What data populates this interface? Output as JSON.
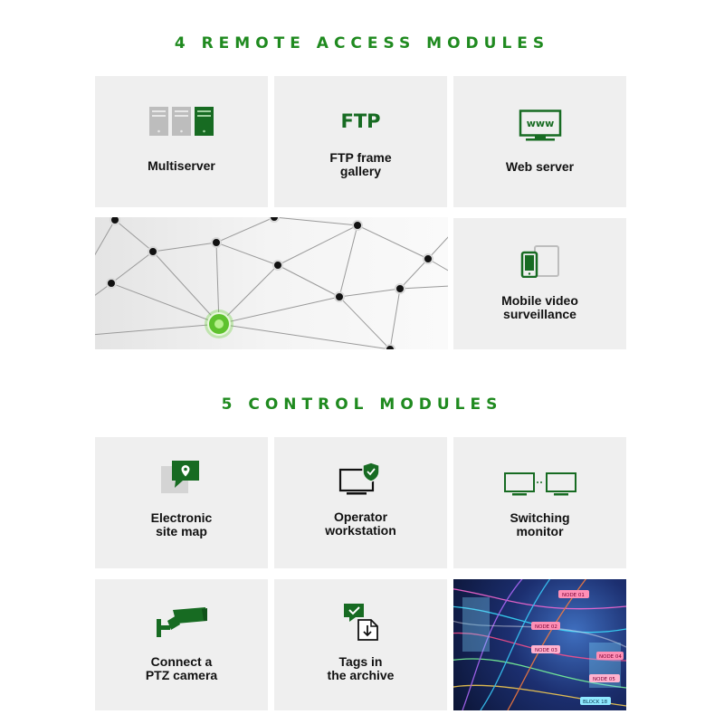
{
  "remote": {
    "title": "4 REMOTE ACCESS MODULES",
    "tiles": [
      {
        "label": "Multiserver",
        "icon": "servers-icon"
      },
      {
        "label": "FTP frame\ngallery",
        "icon": "ftp-icon",
        "icon_text": "FTP"
      },
      {
        "label": "Web server",
        "icon": "monitor-www-icon",
        "icon_text": "www"
      },
      {
        "label": "Mobile video\nsurveillance",
        "icon": "mobile-tablet-icon"
      }
    ],
    "image": {
      "icon": "network-nodes-image"
    }
  },
  "control": {
    "title": "5 CONTROL MODULES",
    "tiles": [
      {
        "label": "Electronic\nsite map",
        "icon": "map-pin-icon"
      },
      {
        "label": "Operator\nworkstation",
        "icon": "monitor-shield-icon"
      },
      {
        "label": "Switching\nmonitor",
        "icon": "dual-monitor-icon"
      },
      {
        "label": "Connect a\nPTZ camera",
        "icon": "ptz-camera-icon"
      },
      {
        "label": "Tags in\nthe archive",
        "icon": "tag-archive-icon"
      }
    ],
    "image": {
      "icon": "node-flow-image",
      "node_labels": [
        "NODE 01",
        "NODE 02",
        "NODE 03",
        "NODE 04",
        "NODE 05",
        "BLOCK 18"
      ]
    }
  },
  "colors": {
    "accent": "#1f8a1f",
    "dark_green": "#176b22",
    "tile_bg": "#efefef",
    "bright_green": "#6ad13a"
  }
}
